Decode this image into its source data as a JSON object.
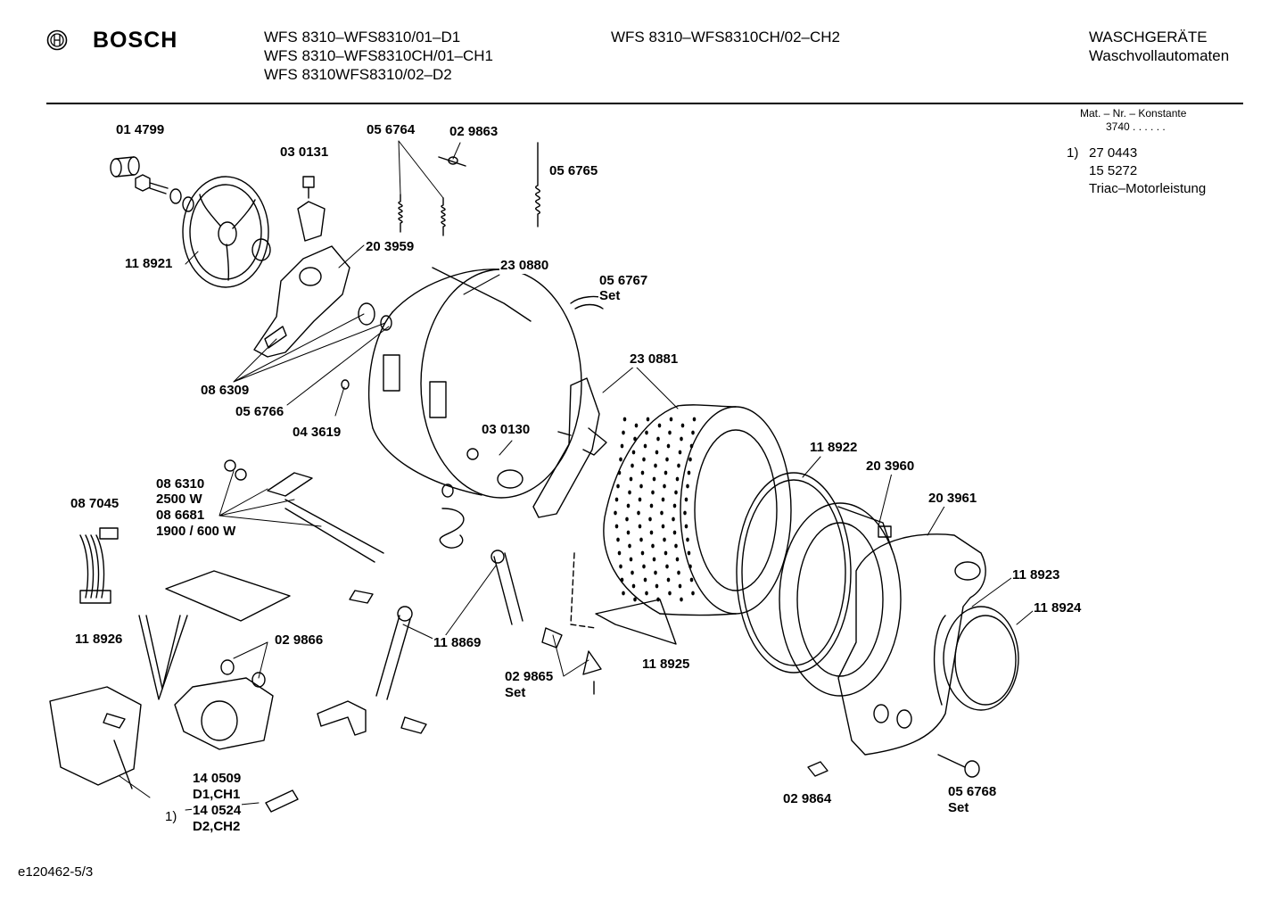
{
  "header": {
    "brand": "BOSCH",
    "models_col1": [
      "WFS 8310–WFS8310/01–D1",
      "WFS 8310–WFS8310CH/01–CH1",
      "WFS 8310WFS8310/02–D2"
    ],
    "models_col2": [
      "WFS 8310–WFS8310CH/02–CH2"
    ],
    "category": "WASCHGERÄTE",
    "subcategory": "Waschvollautomaten"
  },
  "constant": {
    "label": "Mat. – Nr. – Konstante",
    "value": "3740 . . . . . ."
  },
  "footnote": {
    "marker": "1)",
    "lines": [
      "27 0443",
      "15 5272",
      "Triac–Motorleistung"
    ]
  },
  "parts": {
    "p014799": "01 4799",
    "p030131": "03 0131",
    "p056764": "05 6764",
    "p029863": "02 9863",
    "p056765": "05 6765",
    "p118921": "11 8921",
    "p203959": "20 3959",
    "p230880": "23 0880",
    "p056767": "05 6767",
    "p056767set": "Set",
    "p086309": "08 6309",
    "p056766": "05 6766",
    "p043619": "04 3619",
    "p230881": "23 0881",
    "p030130": "03 0130",
    "p118922": "11 8922",
    "p203960": "20 3960",
    "p203961": "20 3961",
    "p086310": "08 6310",
    "p2500w": "2500 W",
    "p086681": "08 6681",
    "p1900w": "1900 / 600 W",
    "p087045": "08 7045",
    "p118923": "11 8923",
    "p118924": "11 8924",
    "p118926": "11 8926",
    "p029866": "02 9866",
    "p118869": "11 8869",
    "p118925": "11 8925",
    "p029865": "02 9865",
    "p029865set": "Set",
    "p140509": "14 0509",
    "pd1ch1": "D1,CH1",
    "p140524": "14 0524",
    "pd2ch2": "D2,CH2",
    "pfoot": "1)",
    "p029864": "02 9864",
    "p056768": "05 6768",
    "p056768set": "Set"
  },
  "drawing_id": "e120462-5/3"
}
